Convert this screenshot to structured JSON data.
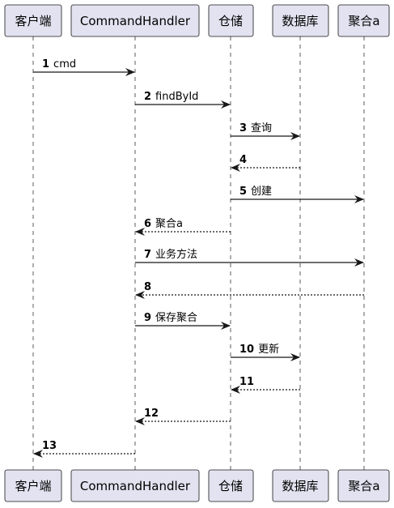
{
  "participants": [
    {
      "id": "client",
      "label": "客户端"
    },
    {
      "id": "handler",
      "label": "CommandHandler"
    },
    {
      "id": "repo",
      "label": "仓储"
    },
    {
      "id": "db",
      "label": "数据库"
    },
    {
      "id": "agg",
      "label": "聚合a"
    }
  ],
  "messages": [
    {
      "num": "1",
      "text": "cmd",
      "from": "client",
      "to": "handler",
      "reply": false
    },
    {
      "num": "2",
      "text": "findById",
      "from": "handler",
      "to": "repo",
      "reply": false
    },
    {
      "num": "3",
      "text": "查询",
      "from": "repo",
      "to": "db",
      "reply": false
    },
    {
      "num": "4",
      "text": "",
      "from": "db",
      "to": "repo",
      "reply": true
    },
    {
      "num": "5",
      "text": "创建",
      "from": "repo",
      "to": "agg",
      "reply": false
    },
    {
      "num": "6",
      "text": "聚合a",
      "from": "repo",
      "to": "handler",
      "reply": true
    },
    {
      "num": "7",
      "text": "业务方法",
      "from": "handler",
      "to": "agg",
      "reply": false
    },
    {
      "num": "8",
      "text": "",
      "from": "agg",
      "to": "handler",
      "reply": true
    },
    {
      "num": "9",
      "text": "保存聚合",
      "from": "handler",
      "to": "repo",
      "reply": false
    },
    {
      "num": "10",
      "text": "更新",
      "from": "repo",
      "to": "db",
      "reply": false
    },
    {
      "num": "11",
      "text": "",
      "from": "db",
      "to": "repo",
      "reply": true
    },
    {
      "num": "12",
      "text": "",
      "from": "repo",
      "to": "handler",
      "reply": true
    },
    {
      "num": "13",
      "text": "",
      "from": "handler",
      "to": "client",
      "reply": true
    }
  ]
}
